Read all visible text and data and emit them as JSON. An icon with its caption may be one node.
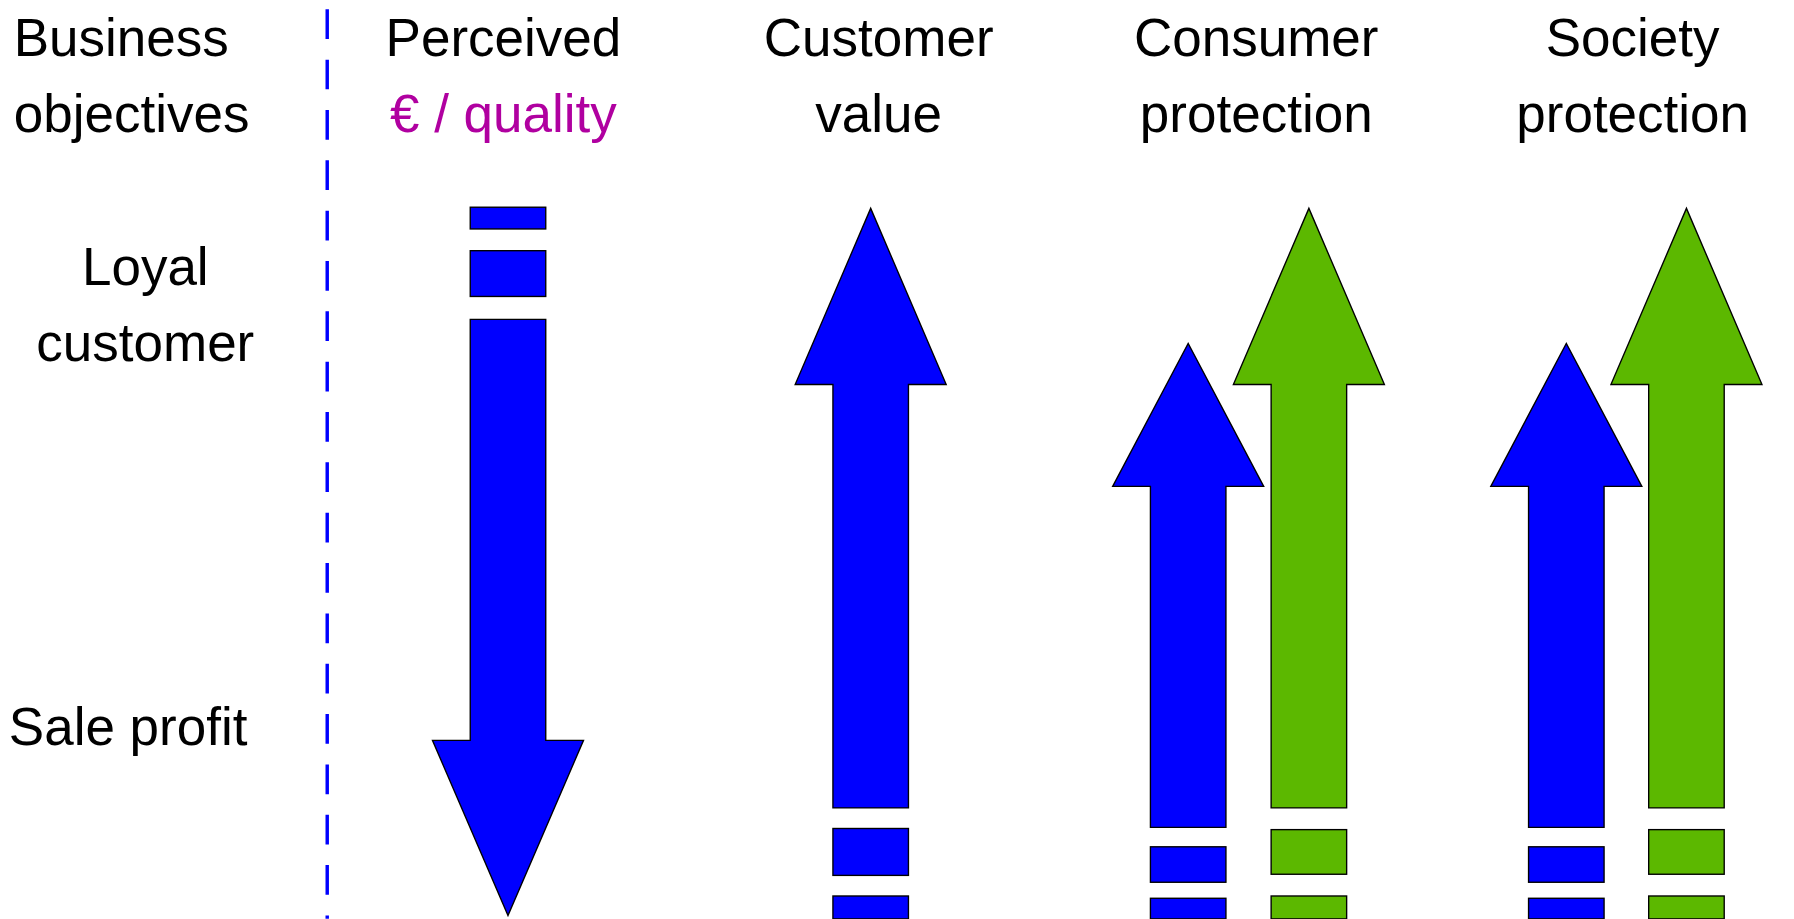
{
  "diagram": {
    "labels": [
      "Business objectives",
      "Perceived",
      "€ / quality",
      "Customer value",
      "Consumer protection",
      "Society protection",
      "Loyal customer",
      "Sale profit"
    ]
  }
}
